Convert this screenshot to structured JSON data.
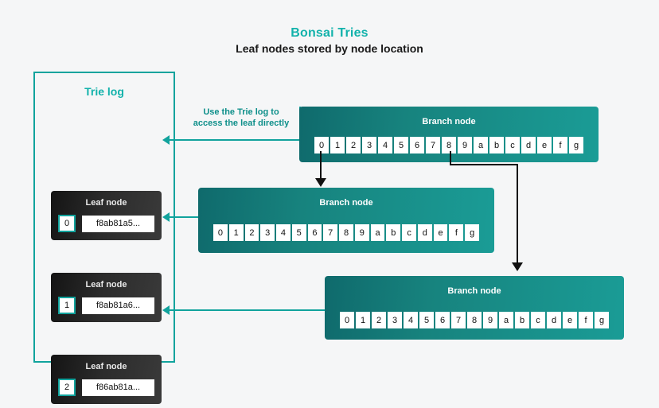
{
  "header": {
    "title": "Bonsai Tries",
    "subtitle": "Leaf nodes stored by node location"
  },
  "colors": {
    "accent_teal": "#12b2ab",
    "node_teal": "#17837e",
    "leaf_dark": "#2b2b2b",
    "arrow_black": "#111111",
    "background": "#f5f6f7"
  },
  "trie_log": {
    "title": "Trie log",
    "leaves": [
      {
        "index": "0",
        "hash": "f8ab81a5...",
        "label": "Leaf node"
      },
      {
        "index": "1",
        "hash": "f8ab81a6...",
        "label": "Leaf node"
      },
      {
        "index": "2",
        "hash": "f86ab81a...",
        "label": "Leaf node"
      }
    ]
  },
  "annotation": {
    "line1": "Use the Trie log to",
    "line2": "access the leaf directly"
  },
  "branch_nodes": [
    {
      "label": "Branch node",
      "cells": [
        "0",
        "1",
        "2",
        "3",
        "4",
        "5",
        "6",
        "7",
        "8",
        "9",
        "a",
        "b",
        "c",
        "d",
        "e",
        "f",
        "g"
      ]
    },
    {
      "label": "Branch node",
      "cells": [
        "0",
        "1",
        "2",
        "3",
        "4",
        "5",
        "6",
        "7",
        "8",
        "9",
        "a",
        "b",
        "c",
        "d",
        "e",
        "f",
        "g"
      ]
    },
    {
      "label": "Branch node",
      "cells": [
        "0",
        "1",
        "2",
        "3",
        "4",
        "5",
        "6",
        "7",
        "8",
        "9",
        "a",
        "b",
        "c",
        "d",
        "e",
        "f",
        "g"
      ]
    }
  ]
}
